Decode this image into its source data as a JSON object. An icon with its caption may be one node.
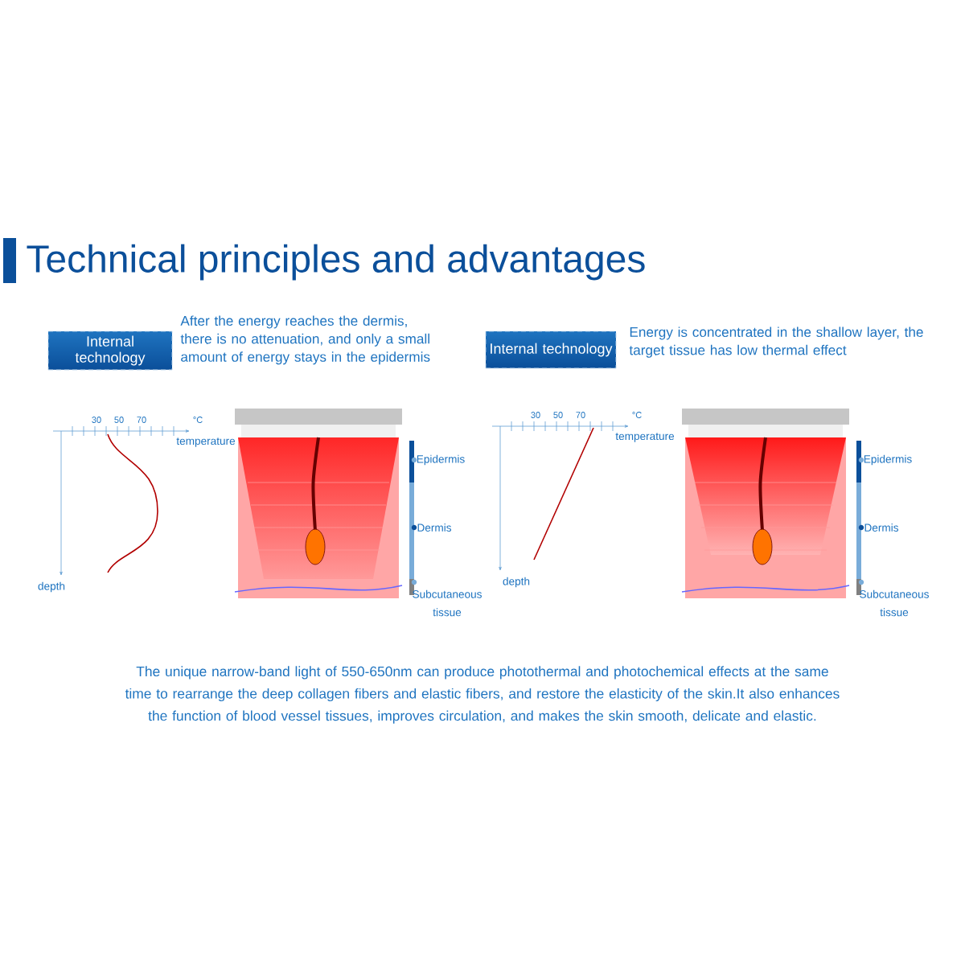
{
  "diagram": {
    "title": "Technical principles and advantages",
    "nodes": [
      {
        "text": [
          "Internal technology"
        ],
        "beside": [
          "After the energy reaches the dermis, there is no attenuation, and only a small amount of energy stays in the epidermis"
        ]
      },
      {
        "text": [
          "Internal technology"
        ],
        "beside": [
          "Energy is concentrated in the shallow layer, the target tissue has low thermal effect"
        ]
      }
    ],
    "labels": [
      "30",
      "50",
      "70",
      "°C",
      "temperature",
      "depth",
      "Epidermis",
      "Dermis",
      "Subcutaneous tissue",
      "30",
      "50",
      "70",
      "°C",
      "temperature",
      "depth",
      "Epidermis",
      "Dermis",
      "Subcutaneous tissue"
    ],
    "caption": "The unique narrow-band light of 550-650nm can produce photothermal and photochemical effects at the same time to rearrange the deep collagen fibers and elastic fibers, and restore the elasticity of the skin.It also enhances the function of blood vessel tissues, improves circulation, and makes the skin smooth, delicate and elastic."
  }
}
